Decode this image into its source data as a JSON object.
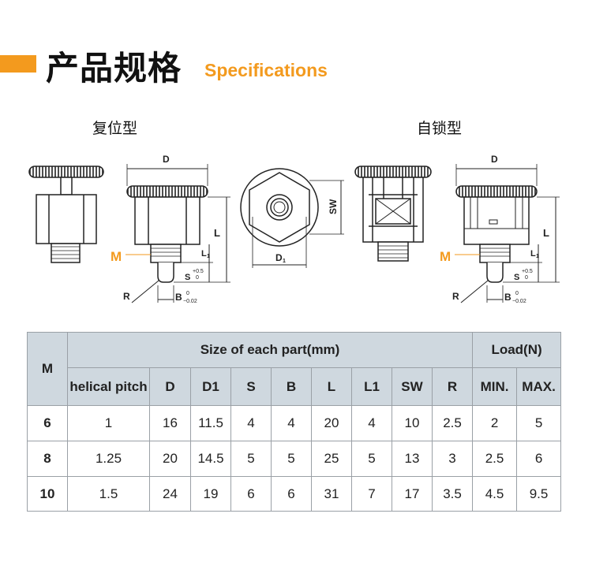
{
  "header": {
    "title_cn": "产品规格",
    "title_en": "Specifications"
  },
  "types": {
    "reset": "复位型",
    "self_locking": "自锁型"
  },
  "drawing_labels": {
    "D": "D",
    "L": "L",
    "L1": "L",
    "L1_sub": "1",
    "M": "M",
    "S": "S",
    "S_tol_upper": "+0.5",
    "S_tol_lower": "0",
    "R": "R",
    "B": "B",
    "B_tol_upper": "0",
    "B_tol_lower": "−0.02",
    "SW": "SW",
    "D1": "D",
    "D1_sub": "1"
  },
  "table": {
    "col_m": "M",
    "group_size": "Size of each part(mm)",
    "group_load": "Load(N)",
    "columns": [
      "helical pitch",
      "D",
      "D1",
      "S",
      "B",
      "L",
      "L1",
      "SW",
      "R",
      "MIN.",
      "MAX."
    ],
    "rows": [
      {
        "m": "6",
        "cells": [
          "1",
          "16",
          "11.5",
          "4",
          "4",
          "20",
          "4",
          "10",
          "2.5",
          "2",
          "5"
        ]
      },
      {
        "m": "8",
        "cells": [
          "1.25",
          "20",
          "14.5",
          "5",
          "5",
          "25",
          "5",
          "13",
          "3",
          "2.5",
          "6"
        ]
      },
      {
        "m": "10",
        "cells": [
          "1.5",
          "24",
          "19",
          "6",
          "6",
          "31",
          "7",
          "17",
          "3.5",
          "4.5",
          "9.5"
        ]
      }
    ]
  },
  "colors": {
    "accent": "#f39a1e",
    "table_header_bg": "#cfd8df",
    "border": "#9aa0a6"
  }
}
